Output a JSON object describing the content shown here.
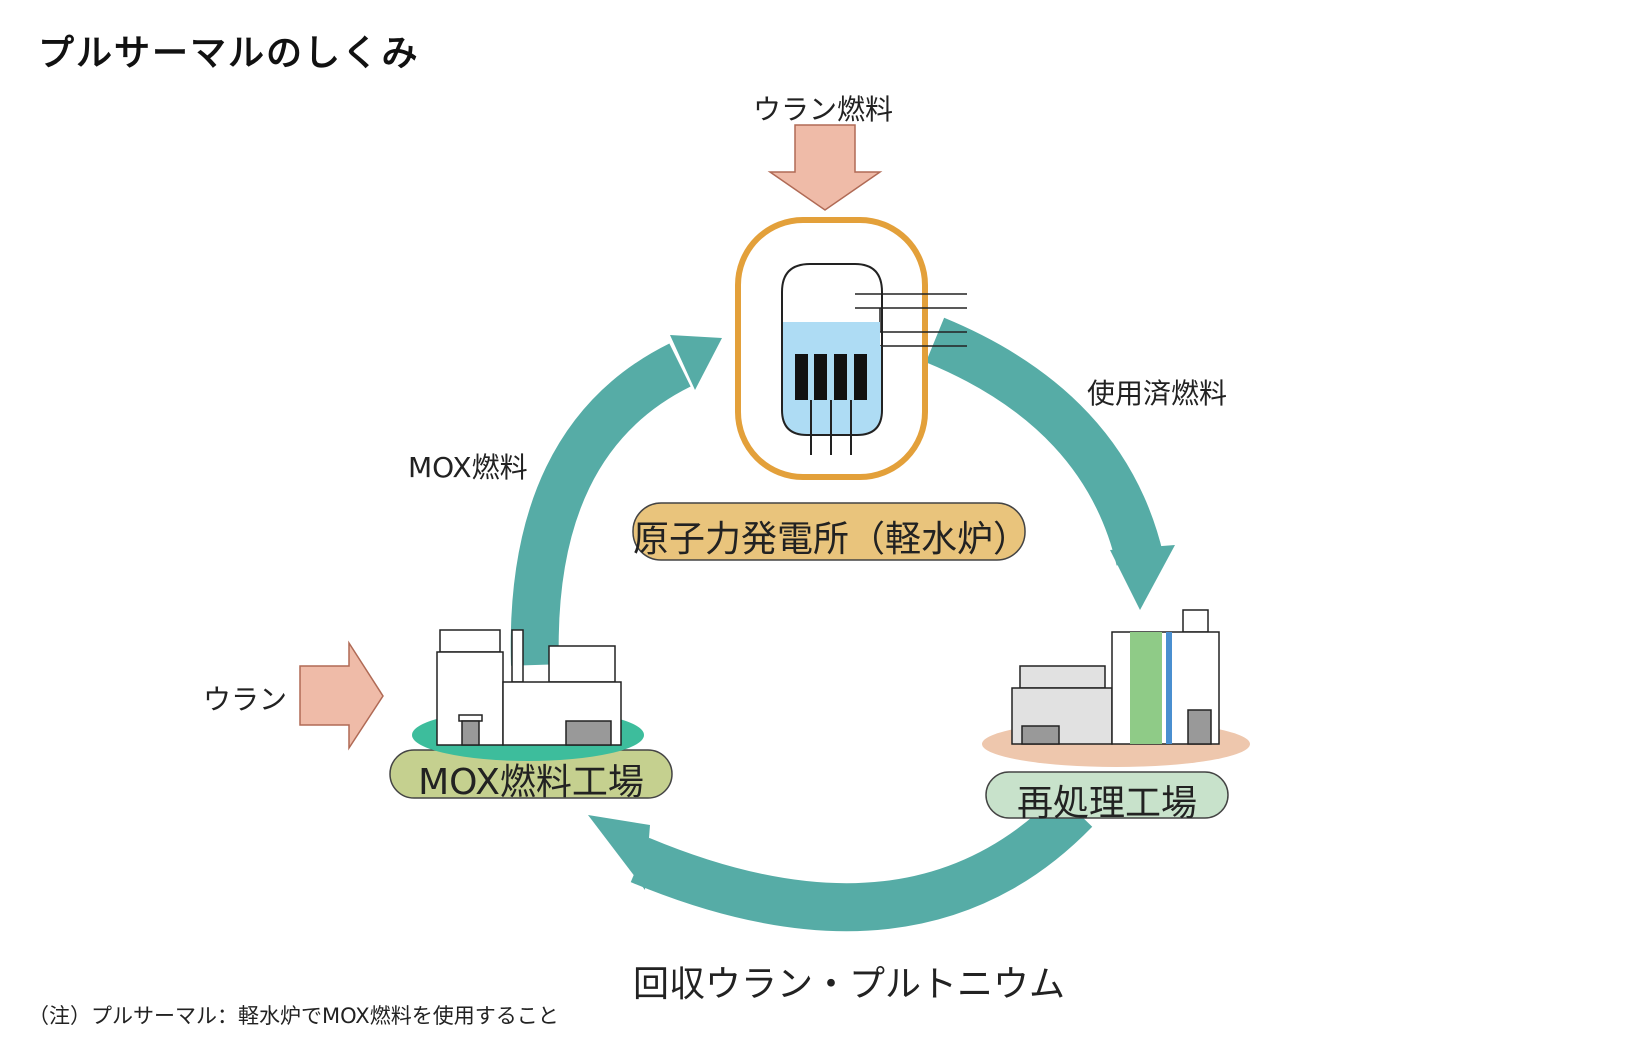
{
  "title": "プルサーマルのしくみ",
  "labels": {
    "uranium_fuel": "ウラン燃料",
    "spent_fuel": "使用済燃料",
    "mox_fuel": "MOX燃料",
    "uranium": "ウラン",
    "recovered": "回収ウラン・プルトニウム"
  },
  "nodes": {
    "power_plant": "原子力発電所（軽水炉）",
    "mox_plant": "MOX燃料工場",
    "reprocessing_plant": "再処理工場"
  },
  "footnote": "（注）プルサーマル：軽水炉でMOX燃料を使用すること",
  "colors": {
    "cycle_arrow": "#56aca6",
    "input_arrow": "#efbba8",
    "containment": "#e3a03a",
    "coolant": "#aedcf4",
    "power_plant_label": "#e9c47c",
    "mox_plant_label": "#c5d08f",
    "mox_plant_base": "#3dbd9c",
    "reprocessing_label": "#c8e2cb",
    "reprocessing_base": "#eec7ad",
    "tower_green": "#8fcb87",
    "tower_blue": "#4a8fd0"
  }
}
